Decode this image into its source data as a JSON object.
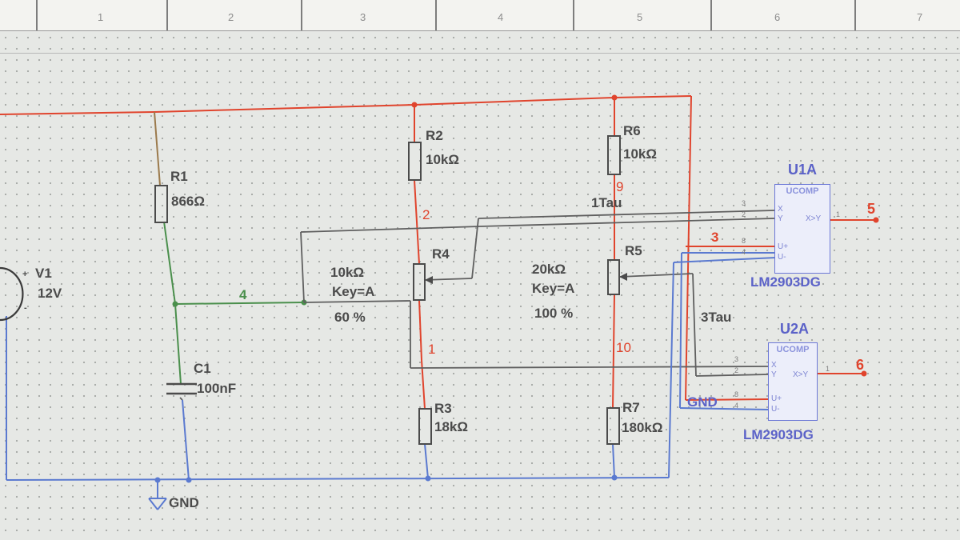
{
  "ruler": {
    "columns": [
      "1",
      "2",
      "3",
      "4",
      "5",
      "6",
      "7"
    ]
  },
  "components": {
    "v1": {
      "name": "V1",
      "value": "12V"
    },
    "r1": {
      "name": "R1",
      "value": "866Ω"
    },
    "r2": {
      "name": "R2",
      "value": "10kΩ"
    },
    "r3": {
      "name": "R3",
      "value": "18kΩ"
    },
    "r4": {
      "name": "R4",
      "value": "10kΩ",
      "key": "Key=A",
      "percent": "60 %"
    },
    "r5": {
      "name": "R5",
      "value": "20kΩ",
      "key": "Key=A",
      "percent": "100 %"
    },
    "r6": {
      "name": "R6",
      "value": "10kΩ"
    },
    "r7": {
      "name": "R7",
      "value": "180kΩ"
    },
    "c1": {
      "name": "C1",
      "value": "100nF"
    },
    "u1": {
      "name": "U1A",
      "part": "LM2903DG",
      "chip_label": "UCOMP",
      "out_node": "5"
    },
    "u2": {
      "name": "U2A",
      "part": "LM2903DG",
      "chip_label": "UCOMP",
      "out_node": "6"
    }
  },
  "pins": {
    "x": "X",
    "y": "Y",
    "uplus": "U+",
    "uminus": "U-",
    "xy": "X>Y",
    "num3": "3",
    "num2": "2",
    "num8": "8",
    "num4": "4",
    "num1": "1"
  },
  "nets": {
    "n1": "1",
    "n2": "2",
    "n3": "3",
    "n4": "4",
    "n9": "9",
    "n10": "10",
    "tau1": "1Tau",
    "tau3": "3Tau",
    "gnd_tag": "GND",
    "gnd": "GND",
    "plus": "+",
    "minus": "-"
  },
  "colors": {
    "supply_wire": "#e0442d",
    "ground_wire": "#5b7ad0",
    "signal_wire": "#5f5f5f",
    "node_wire": "#4a8f4c",
    "chip_border": "#6c78d6"
  }
}
